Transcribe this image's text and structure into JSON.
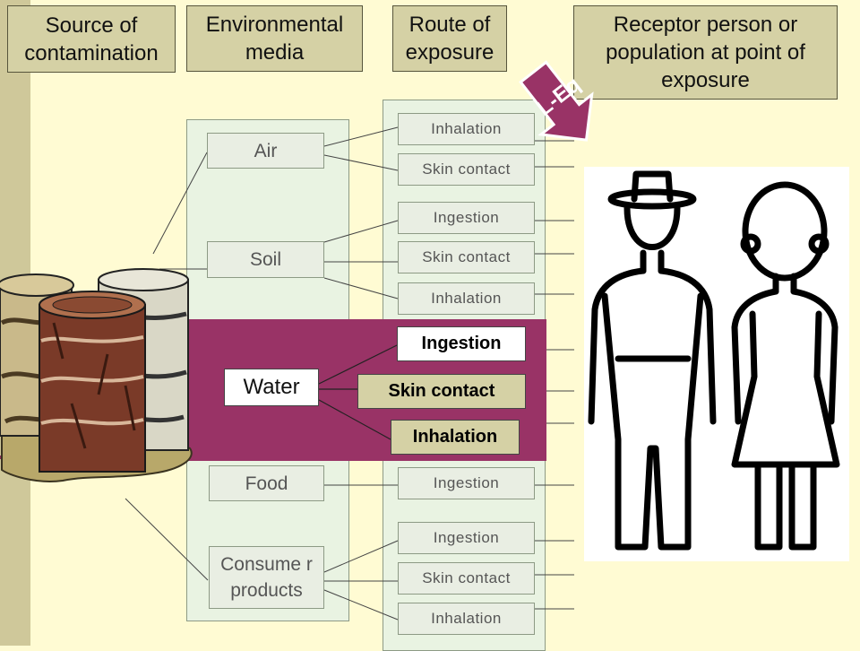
{
  "headers": {
    "source": "Source of contamination",
    "media": "Environmental media",
    "route": "Route of exposure",
    "receptor": "Receptor person or population at point of exposure"
  },
  "callout": "L-Eq",
  "media": {
    "air": "Air",
    "soil": "Soil",
    "water": "Water",
    "food": "Food",
    "consumer_products": "Consume r products"
  },
  "routes": {
    "air_inhalation": "Inhalation",
    "air_skin": "Skin contact",
    "soil_ingestion": "Ingestion",
    "soil_skin": "Skin contact",
    "soil_inhalation": "Inhalation",
    "water_ingestion": "Ingestion",
    "water_skin": "Skin contact",
    "water_inhalation": "Inhalation",
    "food_ingestion": "Ingestion",
    "cp_ingestion": "Ingestion",
    "cp_skin": "Skin contact",
    "cp_inhalation": "Inhalation"
  },
  "colors": {
    "background": "#fffbd3",
    "header_fill": "#d5d1a5",
    "highlight_panel": "#993366",
    "column_fill": "#e9f3e2"
  }
}
